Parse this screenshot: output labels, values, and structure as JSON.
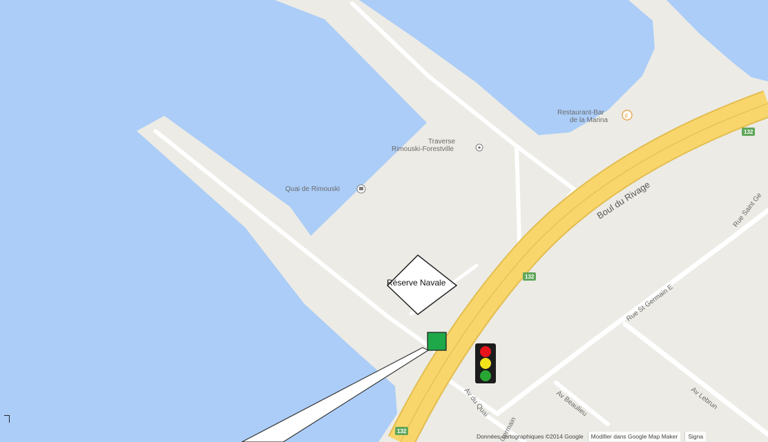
{
  "map": {
    "colors": {
      "water": "#abcdf8",
      "land": "#ecebe5",
      "road": "#ffffff",
      "highway": "#f8d66b",
      "highway_edge": "#e3bd4f",
      "shield": "#5fa65a"
    },
    "poi_labels": {
      "restaurant_line1": "Restaurant-Bar",
      "restaurant_line2": "de la Marina",
      "traverse_line1": "Traverse",
      "traverse_line2": "Rimouski-Forestville",
      "quai": "Quai de Rimouski"
    },
    "road_labels": {
      "boul_rivage": "Boul du Rivage",
      "rue_saint_ge": "Rue Saint Ge",
      "rue_st_germain_e": "Rue St Germain E",
      "av_lebrun": "Av Lebrun",
      "av_beaulieu": "Av Beaulieu",
      "av_du_quai": "Av du Quai",
      "germain": "Germain"
    },
    "shields": {
      "s1": "132",
      "s2": "132",
      "s3": "132"
    },
    "icons": [
      "restaurant-icon",
      "ferry-icon",
      "landmark-icon"
    ]
  },
  "overlays": {
    "reserve_label": "Réserve Navale",
    "marker_color": "#1fa84a",
    "traffic_light_colors": [
      "#e8141c",
      "#f2e21c",
      "#29a534"
    ]
  },
  "attribution": {
    "data_text": "Données cartographiques ©2014 Google",
    "edit_link": "Modifier dans Google Map Maker",
    "report_link": "Signa"
  }
}
